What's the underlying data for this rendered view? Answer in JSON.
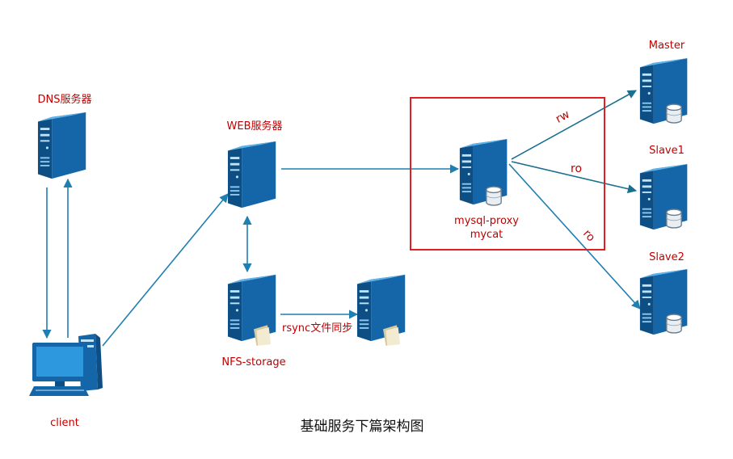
{
  "diagram": {
    "caption": "基础服务下篇架构图",
    "colors": {
      "label_red": "#c00000",
      "edge_blue": "#1f7fb0",
      "edge_teal": "#1a6f8f",
      "box_red": "#e02020",
      "server_body": "#1e7bbd",
      "server_front": "#0d4f85"
    },
    "nodes": {
      "dns": {
        "label": "DNS服务器",
        "icon": "server-icon"
      },
      "client": {
        "label": "client",
        "icon": "desktop-computer-icon"
      },
      "web": {
        "label": "WEB服务器",
        "icon": "server-icon"
      },
      "nfs": {
        "label": "NFS-storage",
        "icon": "storage-server-icon"
      },
      "backup": {
        "label": "",
        "icon": "storage-server-icon"
      },
      "proxy": {
        "label_line1": "mysql-proxy",
        "label_line2": "mycat",
        "icon": "database-server-icon"
      },
      "master": {
        "label": "Master",
        "icon": "database-server-icon"
      },
      "slave1": {
        "label": "Slave1",
        "icon": "database-server-icon"
      },
      "slave2": {
        "label": "Slave2",
        "icon": "database-server-icon"
      }
    },
    "edges": {
      "rsync": "rsync文件同步",
      "rw": "rw",
      "ro1": "ro",
      "ro2": "ro"
    }
  }
}
